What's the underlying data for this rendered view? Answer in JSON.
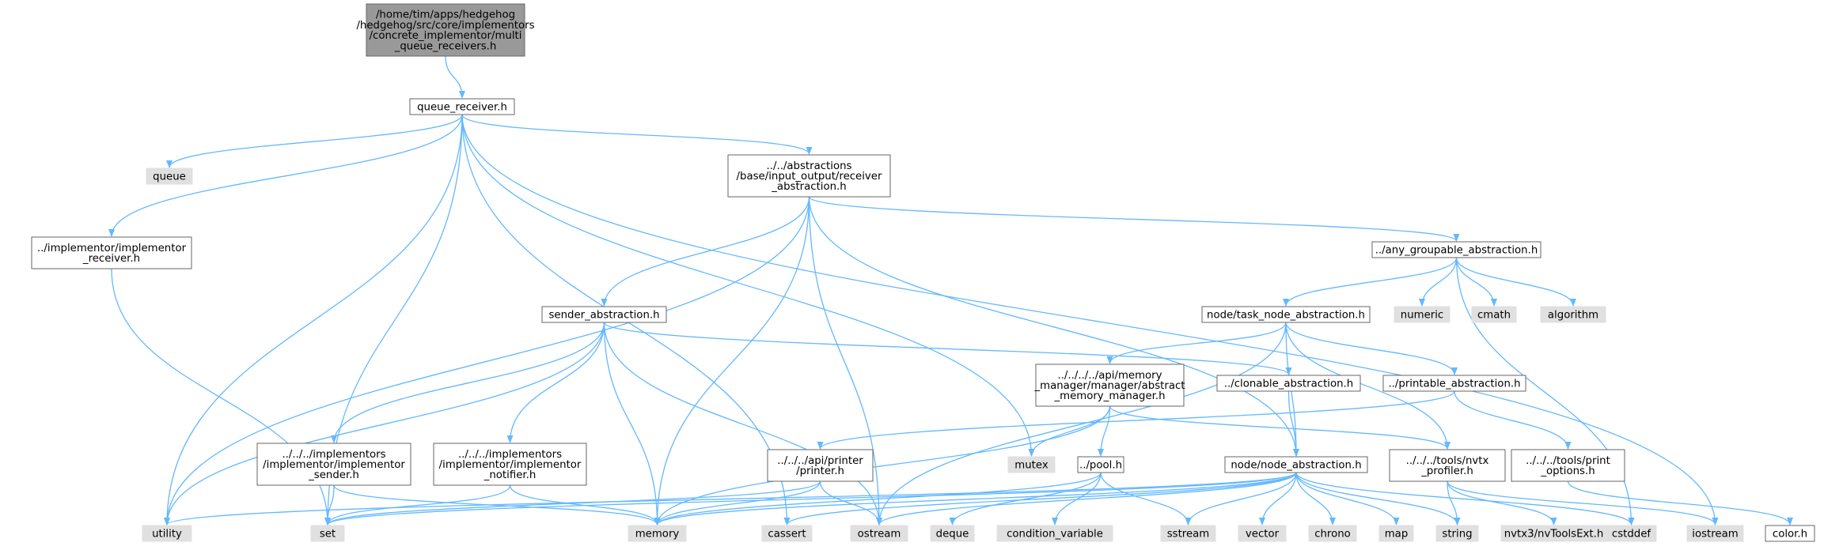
{
  "colors": {
    "edge": "#63b8ff",
    "root_fill": "#999999",
    "header_fill": "#ffffff",
    "system_fill": "#e0e0e0",
    "border_dark": "#666666",
    "border_light": "#999999"
  },
  "nodes": {
    "root": {
      "kind": "root",
      "lines": [
        "/home/tim/apps/hedgehog",
        "/hedgehog/src/core/implementors",
        "/concrete_implementor/multi",
        "_queue_receivers.h"
      ]
    },
    "queue_receiver": {
      "kind": "header",
      "lines": [
        "queue_receiver.h"
      ]
    },
    "queue": {
      "kind": "system",
      "lines": [
        "queue"
      ]
    },
    "receiver_abs": {
      "kind": "header",
      "lines": [
        "../../abstractions",
        "/base/input_output/receiver",
        "_abstraction.h"
      ]
    },
    "impl_receiver": {
      "kind": "header",
      "lines": [
        "../implementor/implementor",
        "_receiver.h"
      ]
    },
    "any_groupable": {
      "kind": "header",
      "lines": [
        "../any_groupable_abstraction.h"
      ]
    },
    "numeric": {
      "kind": "system",
      "lines": [
        "numeric"
      ]
    },
    "cmath": {
      "kind": "system",
      "lines": [
        "cmath"
      ]
    },
    "algorithm": {
      "kind": "system",
      "lines": [
        "algorithm"
      ]
    },
    "task_node": {
      "kind": "header",
      "lines": [
        "node/task_node_abstraction.h"
      ]
    },
    "sender_abs": {
      "kind": "header",
      "lines": [
        "sender_abstraction.h"
      ]
    },
    "memory_manager": {
      "kind": "header",
      "lines": [
        "../../../../api/memory",
        "_manager/manager/abstract",
        "_memory_manager.h"
      ]
    },
    "clonable": {
      "kind": "header",
      "lines": [
        "../clonable_abstraction.h"
      ]
    },
    "printable": {
      "kind": "header",
      "lines": [
        "../printable_abstraction.h"
      ]
    },
    "impl_sender": {
      "kind": "header",
      "lines": [
        "../../../implementors",
        "/implementor/implementor",
        "_sender.h"
      ]
    },
    "impl_notifier": {
      "kind": "header",
      "lines": [
        "../../../implementors",
        "/implementor/implementor",
        "_notifier.h"
      ]
    },
    "printer": {
      "kind": "header",
      "lines": [
        "../../../api/printer",
        "/printer.h"
      ]
    },
    "mutex": {
      "kind": "system",
      "lines": [
        "mutex"
      ]
    },
    "pool": {
      "kind": "header",
      "lines": [
        "../pool.h"
      ]
    },
    "node_abs": {
      "kind": "header",
      "lines": [
        "node/node_abstraction.h"
      ]
    },
    "nvtx_profiler": {
      "kind": "header",
      "lines": [
        "../../../tools/nvtx",
        "_profiler.h"
      ]
    },
    "print_options": {
      "kind": "header",
      "lines": [
        "../../../tools/print",
        "_options.h"
      ]
    },
    "utility": {
      "kind": "system",
      "lines": [
        "utility"
      ]
    },
    "set": {
      "kind": "system",
      "lines": [
        "set"
      ]
    },
    "memory": {
      "kind": "system",
      "lines": [
        "memory"
      ]
    },
    "cassert": {
      "kind": "system",
      "lines": [
        "cassert"
      ]
    },
    "ostream": {
      "kind": "system",
      "lines": [
        "ostream"
      ]
    },
    "deque": {
      "kind": "system",
      "lines": [
        "deque"
      ]
    },
    "condition_variable": {
      "kind": "system",
      "lines": [
        "condition_variable"
      ]
    },
    "sstream": {
      "kind": "system",
      "lines": [
        "sstream"
      ]
    },
    "vector": {
      "kind": "system",
      "lines": [
        "vector"
      ]
    },
    "chrono": {
      "kind": "system",
      "lines": [
        "chrono"
      ]
    },
    "map": {
      "kind": "system",
      "lines": [
        "map"
      ]
    },
    "string": {
      "kind": "system",
      "lines": [
        "string"
      ]
    },
    "nvtoolsext": {
      "kind": "system",
      "lines": [
        "nvtx3/nvToolsExt.h"
      ]
    },
    "cstddef": {
      "kind": "system",
      "lines": [
        "cstddef"
      ]
    },
    "iostream": {
      "kind": "system",
      "lines": [
        "iostream"
      ]
    },
    "color": {
      "kind": "header",
      "lines": [
        "color.h"
      ]
    }
  },
  "edges": [
    [
      "root",
      "queue_receiver"
    ],
    [
      "queue_receiver",
      "queue"
    ],
    [
      "queue_receiver",
      "receiver_abs"
    ],
    [
      "queue_receiver",
      "impl_receiver"
    ],
    [
      "queue_receiver",
      "utility"
    ],
    [
      "queue_receiver",
      "set"
    ],
    [
      "queue_receiver",
      "cassert"
    ],
    [
      "queue_receiver",
      "mutex"
    ],
    [
      "queue_receiver",
      "iostream"
    ],
    [
      "impl_receiver",
      "set"
    ],
    [
      "receiver_abs",
      "sender_abs"
    ],
    [
      "receiver_abs",
      "any_groupable"
    ],
    [
      "receiver_abs",
      "utility"
    ],
    [
      "receiver_abs",
      "memory"
    ],
    [
      "receiver_abs",
      "ostream"
    ],
    [
      "receiver_abs",
      "node_abs"
    ],
    [
      "any_groupable",
      "task_node"
    ],
    [
      "any_groupable",
      "numeric"
    ],
    [
      "any_groupable",
      "cmath"
    ],
    [
      "any_groupable",
      "algorithm"
    ],
    [
      "any_groupable",
      "cstddef"
    ],
    [
      "task_node",
      "memory_manager"
    ],
    [
      "task_node",
      "printable"
    ],
    [
      "task_node",
      "node_abs"
    ],
    [
      "task_node",
      "nvtx_profiler"
    ],
    [
      "task_node",
      "ostream"
    ],
    [
      "sender_abs",
      "clonable"
    ],
    [
      "sender_abs",
      "impl_sender"
    ],
    [
      "sender_abs",
      "impl_notifier"
    ],
    [
      "sender_abs",
      "utility"
    ],
    [
      "sender_abs",
      "memory"
    ],
    [
      "sender_abs",
      "ostream"
    ],
    [
      "memory_manager",
      "pool"
    ],
    [
      "memory_manager",
      "mutex"
    ],
    [
      "memory_manager",
      "memory"
    ],
    [
      "memory_manager",
      "nvtx_profiler"
    ],
    [
      "clonable",
      "node_abs"
    ],
    [
      "printable",
      "printer"
    ],
    [
      "printable",
      "print_options"
    ],
    [
      "impl_sender",
      "set"
    ],
    [
      "impl_sender",
      "memory"
    ],
    [
      "impl_notifier",
      "set"
    ],
    [
      "impl_notifier",
      "memory"
    ],
    [
      "printer",
      "set"
    ],
    [
      "printer",
      "memory"
    ],
    [
      "printer",
      "ostream"
    ],
    [
      "pool",
      "deque"
    ],
    [
      "pool",
      "condition_variable"
    ],
    [
      "pool",
      "sstream"
    ],
    [
      "pool",
      "memory"
    ],
    [
      "node_abs",
      "utility"
    ],
    [
      "node_abs",
      "set"
    ],
    [
      "node_abs",
      "memory"
    ],
    [
      "node_abs",
      "cassert"
    ],
    [
      "node_abs",
      "ostream"
    ],
    [
      "node_abs",
      "sstream"
    ],
    [
      "node_abs",
      "vector"
    ],
    [
      "node_abs",
      "chrono"
    ],
    [
      "node_abs",
      "map"
    ],
    [
      "node_abs",
      "string"
    ],
    [
      "node_abs",
      "cstddef"
    ],
    [
      "nvtx_profiler",
      "string"
    ],
    [
      "nvtx_profiler",
      "nvtoolsext"
    ],
    [
      "nvtx_profiler",
      "iostream"
    ],
    [
      "print_options",
      "color"
    ]
  ]
}
